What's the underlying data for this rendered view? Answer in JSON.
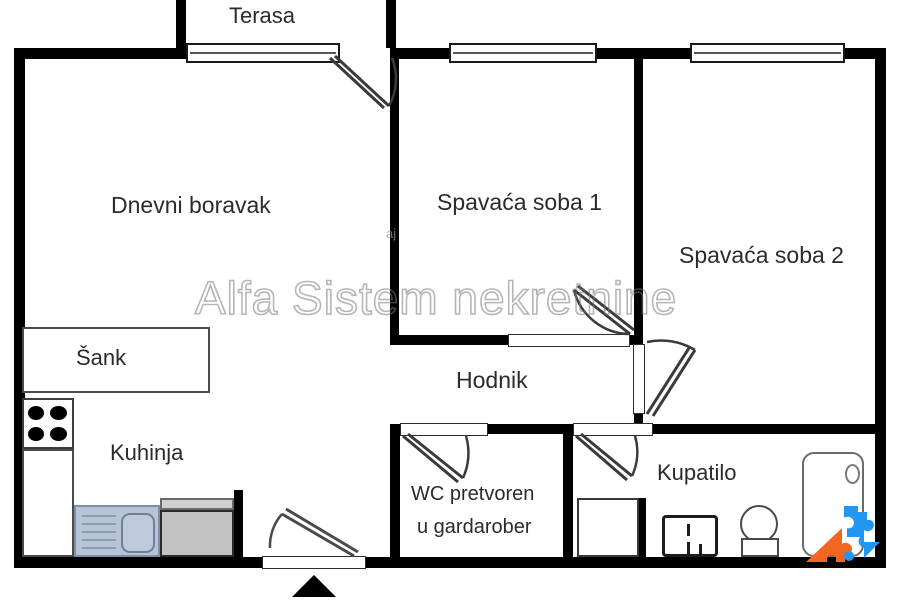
{
  "plan": {
    "title": "Floor plan",
    "watermark": "Alfa Sistem nekretnine",
    "watermark_small": "aj",
    "logo_name": "alfa-sistem-puzzle-logo",
    "colors": {
      "wall": "#000000",
      "background": "#ffffff",
      "label_text": "#2b2b2b",
      "sink_fill": "#b6c4d7",
      "appliance_fill": "#c2c2c2",
      "logo_orange": "#f2671f",
      "logo_blue": "#2196f3",
      "watermark_gray": "#787880"
    }
  },
  "rooms": [
    {
      "id": "terasa",
      "label": "Terasa"
    },
    {
      "id": "dnevni",
      "label": "Dnevni boravak"
    },
    {
      "id": "spavaca1",
      "label": "Spavaća soba 1"
    },
    {
      "id": "spavaca2",
      "label": "Spavaća soba 2"
    },
    {
      "id": "hodnik",
      "label": "Hodnik"
    },
    {
      "id": "kuhinja",
      "label": "Kuhinja"
    },
    {
      "id": "sank",
      "label": "Šank"
    },
    {
      "id": "wc",
      "label_line1": "WC pretvoren",
      "label_line2": "u gardarober"
    },
    {
      "id": "kupatilo",
      "label": "Kupatilo"
    }
  ],
  "fixtures": [
    {
      "id": "stove",
      "name": "kitchen-stove"
    },
    {
      "id": "sink",
      "name": "kitchen-sink"
    },
    {
      "id": "appliance",
      "name": "kitchen-appliance"
    },
    {
      "id": "bathtub",
      "name": "bathtub"
    },
    {
      "id": "toilet",
      "name": "toilet"
    },
    {
      "id": "washer",
      "name": "washing-machine"
    },
    {
      "id": "cabinet",
      "name": "bathroom-cabinet"
    }
  ],
  "openings": [
    {
      "id": "win-terrace",
      "name": "terrace-window"
    },
    {
      "id": "win-bed1",
      "name": "bedroom1-window"
    },
    {
      "id": "win-bed2",
      "name": "bedroom2-window"
    },
    {
      "id": "door-terrace",
      "name": "terrace-door"
    },
    {
      "id": "door-bed1",
      "name": "bedroom1-door"
    },
    {
      "id": "door-bed2",
      "name": "bedroom2-door"
    },
    {
      "id": "door-wc",
      "name": "wc-door"
    },
    {
      "id": "door-bath",
      "name": "bathroom-door"
    },
    {
      "id": "door-entry",
      "name": "entrance-door"
    }
  ]
}
